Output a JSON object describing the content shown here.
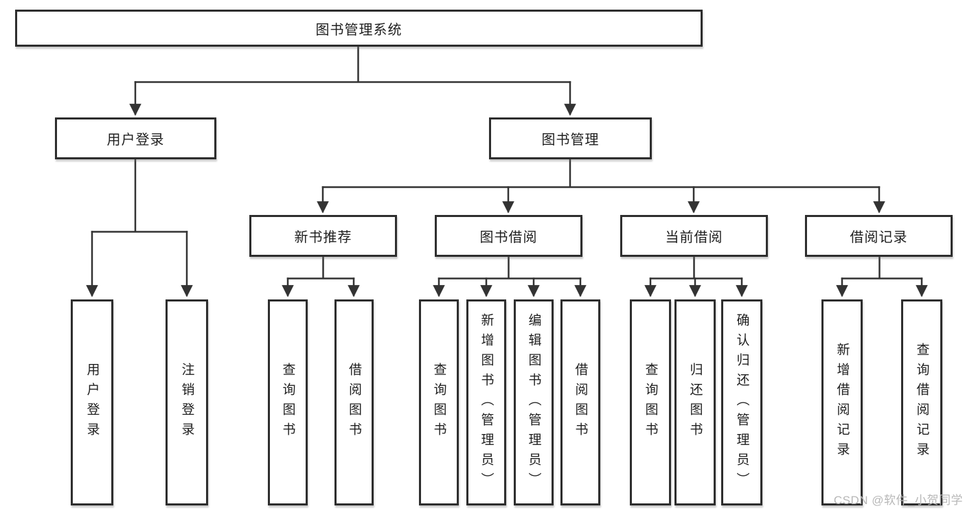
{
  "tree": {
    "label": "图书管理系统",
    "children": [
      {
        "label": "用户登录",
        "children": [
          {
            "label": "用户登录"
          },
          {
            "label": "注销登录"
          }
        ]
      },
      {
        "label": "图书管理",
        "children": [
          {
            "label": "新书推荐",
            "children": [
              {
                "label": "查询图书"
              },
              {
                "label": "借阅图书"
              }
            ]
          },
          {
            "label": "图书借阅",
            "children": [
              {
                "label": "查询图书"
              },
              {
                "label": "新增图书（管理员）"
              },
              {
                "label": "编辑图书（管理员）"
              },
              {
                "label": "借阅图书"
              }
            ]
          },
          {
            "label": "当前借阅",
            "children": [
              {
                "label": "查询图书"
              },
              {
                "label": "归还图书"
              },
              {
                "label": "确认归还（管理员）"
              }
            ]
          },
          {
            "label": "借阅记录",
            "children": [
              {
                "label": "新增借阅记录"
              },
              {
                "label": "查询借阅记录"
              }
            ]
          }
        ]
      }
    ]
  },
  "watermark": "CSDN @软件_小贺同学",
  "colors": {
    "line": "#333333",
    "box_border": "#2e2e2e",
    "box_fill": "#ffffff",
    "text": "#1f1f1f",
    "watermark": "#b7b7b7"
  }
}
